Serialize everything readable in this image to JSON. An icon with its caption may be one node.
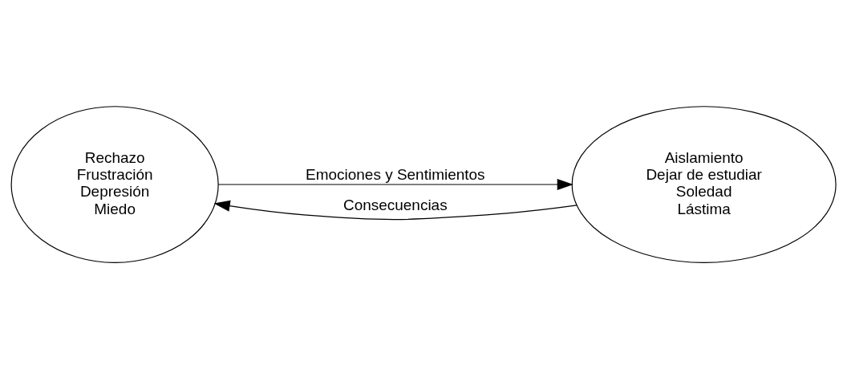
{
  "diagram": {
    "nodes": [
      {
        "text": [
          "Rechazo",
          "Frustración",
          "Depresión",
          "Miedo"
        ]
      },
      {
        "text": [
          "Aislamiento",
          "Dejar de estudiar",
          "Soledad",
          "Lástima"
        ]
      }
    ],
    "edges": [
      {
        "from": 0,
        "to": 1,
        "arrow": "to",
        "label": "Emociones y Sentimientos"
      },
      {
        "from": 1,
        "to": 0,
        "arrow": "to",
        "label": "Consecuencias"
      }
    ]
  }
}
